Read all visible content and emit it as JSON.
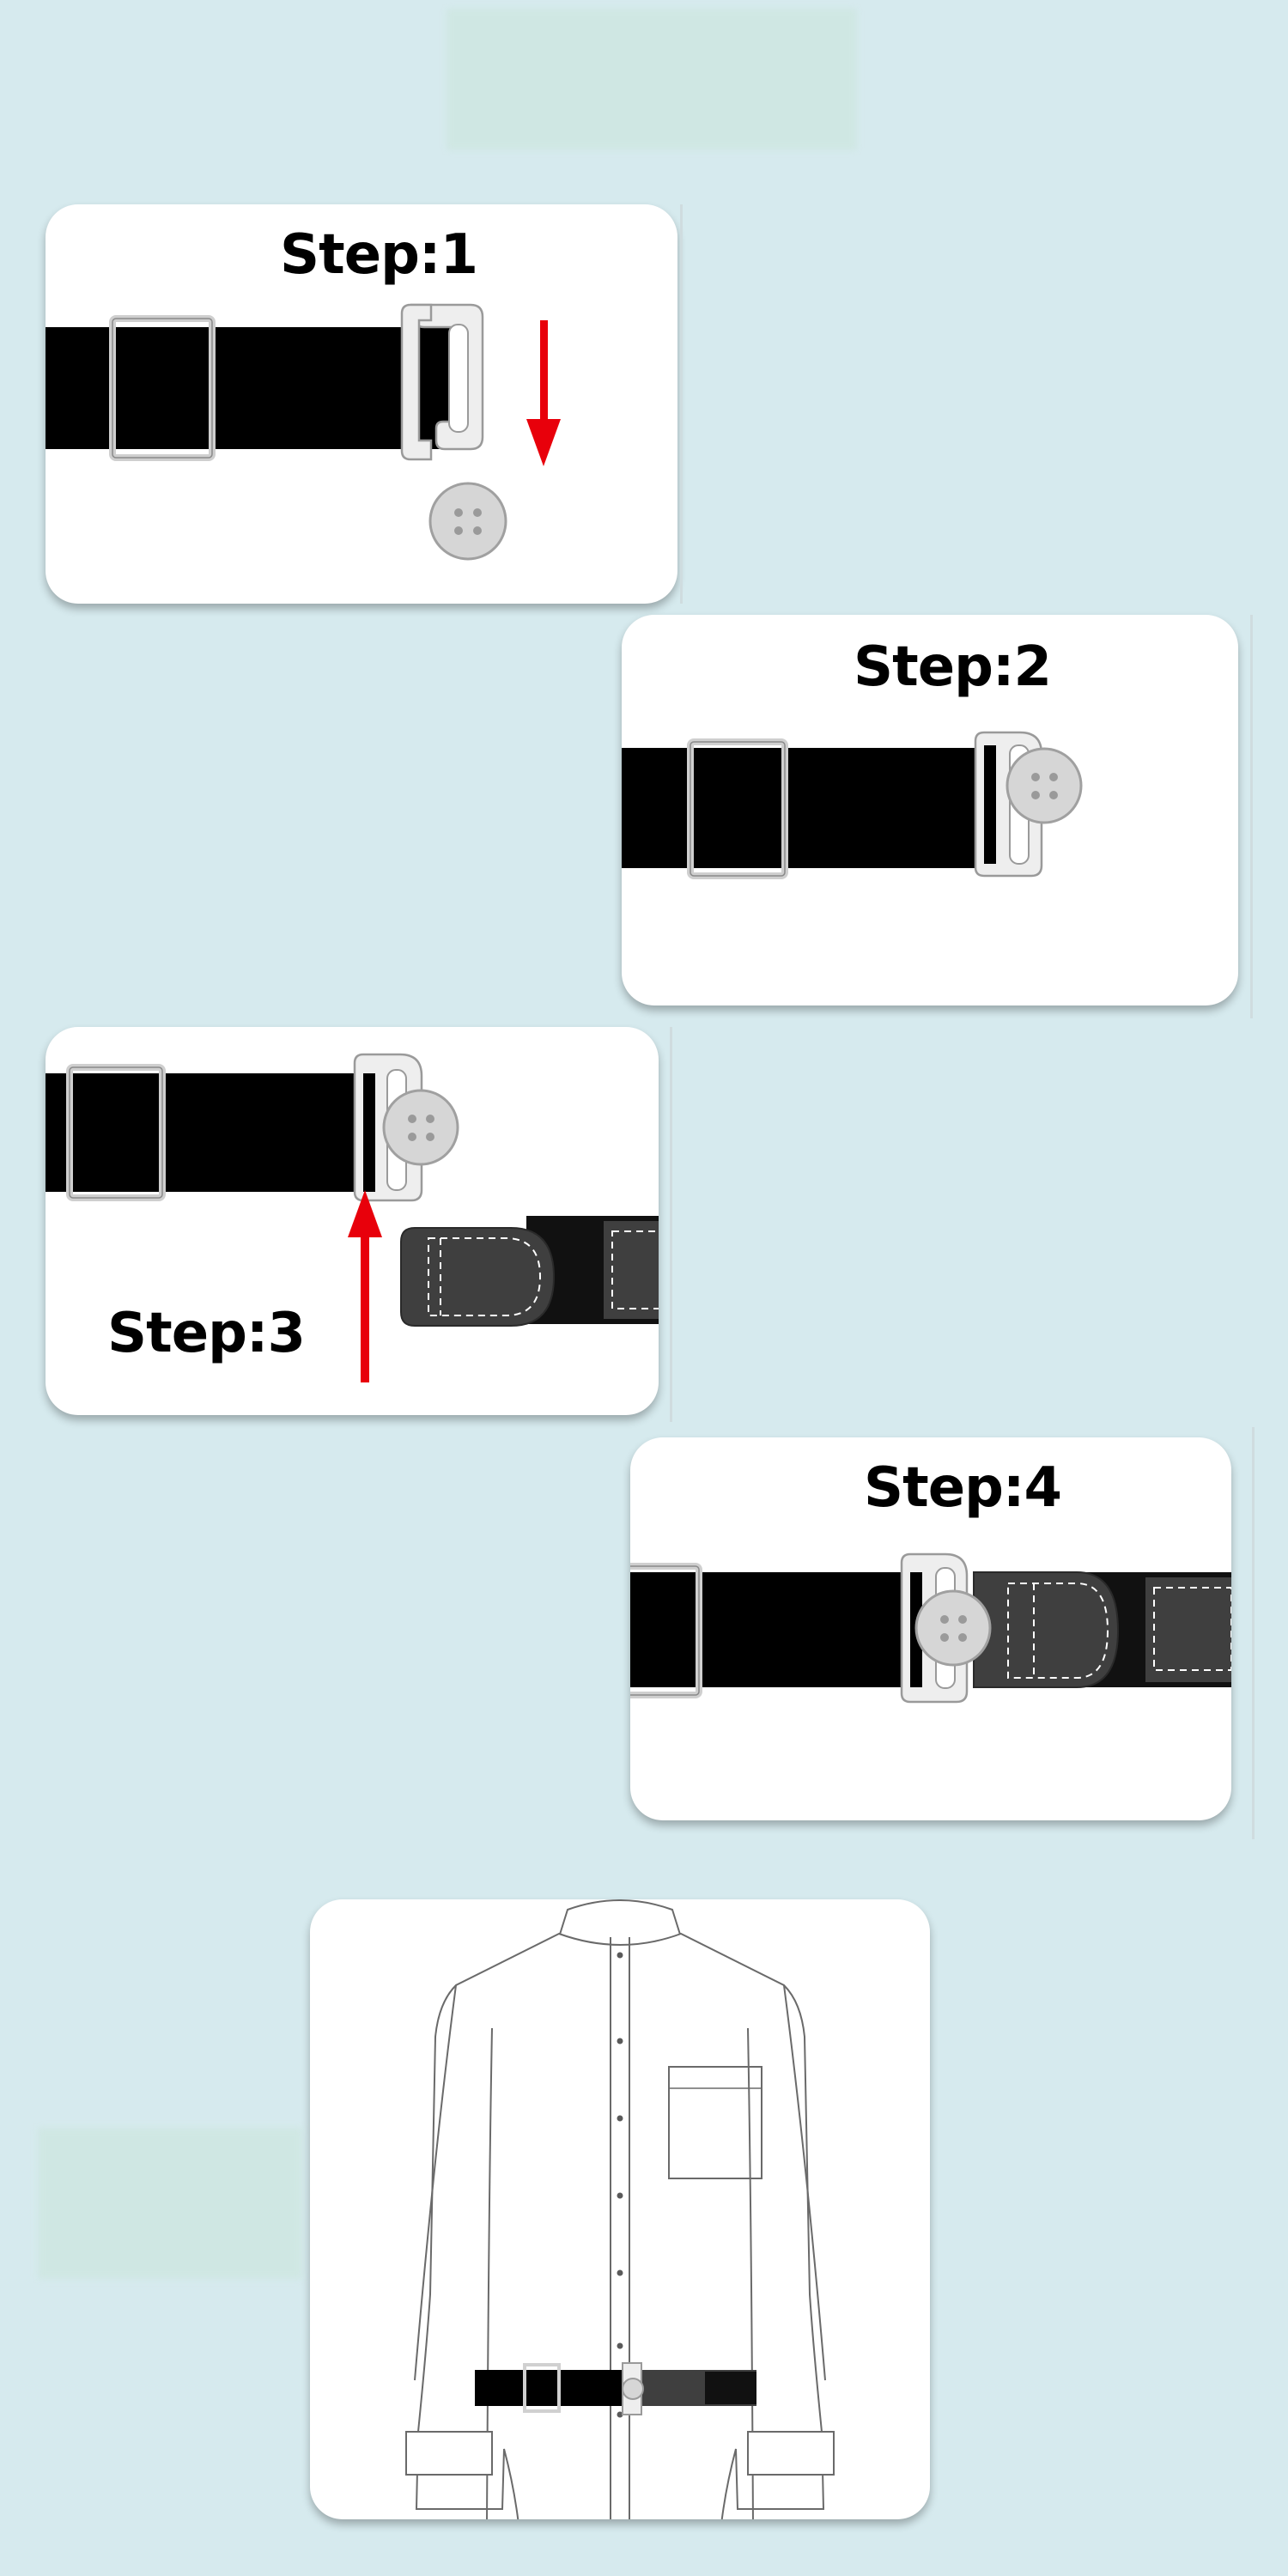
{
  "steps": [
    {
      "title": "Step:1"
    },
    {
      "title": "Step:2"
    },
    {
      "title": "Step:3"
    },
    {
      "title": "Step:4"
    }
  ],
  "colors": {
    "background": "#d6eaee",
    "card": "#ffffff",
    "strap": "#000000",
    "clip": "#e6e6e6",
    "button": "#d9d9d9",
    "arrow": "#e8000b",
    "pad": "#3f3f3f"
  },
  "icons": {
    "step1_arrow": "arrow-down-icon",
    "step3_arrow": "arrow-up-icon"
  }
}
